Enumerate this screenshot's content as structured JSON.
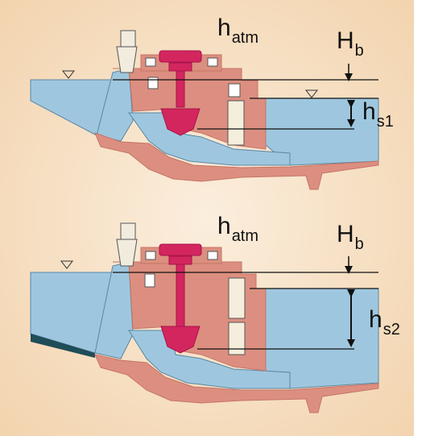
{
  "colors": {
    "background_edge": "#f2d2ab",
    "background_center": "#fbeedd",
    "water": "#9ec7df",
    "water_outline": "#5a86a4",
    "concrete": "#dc8f80",
    "concrete_dark": "#c57465",
    "turbine": "#d3265e",
    "turbine_dark": "#a8134a",
    "lines": "#111111",
    "foundation": "#1f4d58"
  },
  "icons": {
    "water_level": "inverted-triangle-icon",
    "dimension_arrow": "double-headed-arrow-icon"
  },
  "panels": [
    {
      "id": "upper",
      "hatm": {
        "main": "h",
        "sub": "atm"
      },
      "hb": {
        "main": "H",
        "sub": "b"
      },
      "hs": {
        "main": "h",
        "sub": "s1"
      }
    },
    {
      "id": "lower",
      "hatm": {
        "main": "h",
        "sub": "atm"
      },
      "hb": {
        "main": "H",
        "sub": "b"
      },
      "hs": {
        "main": "h",
        "sub": "s2"
      }
    }
  ]
}
